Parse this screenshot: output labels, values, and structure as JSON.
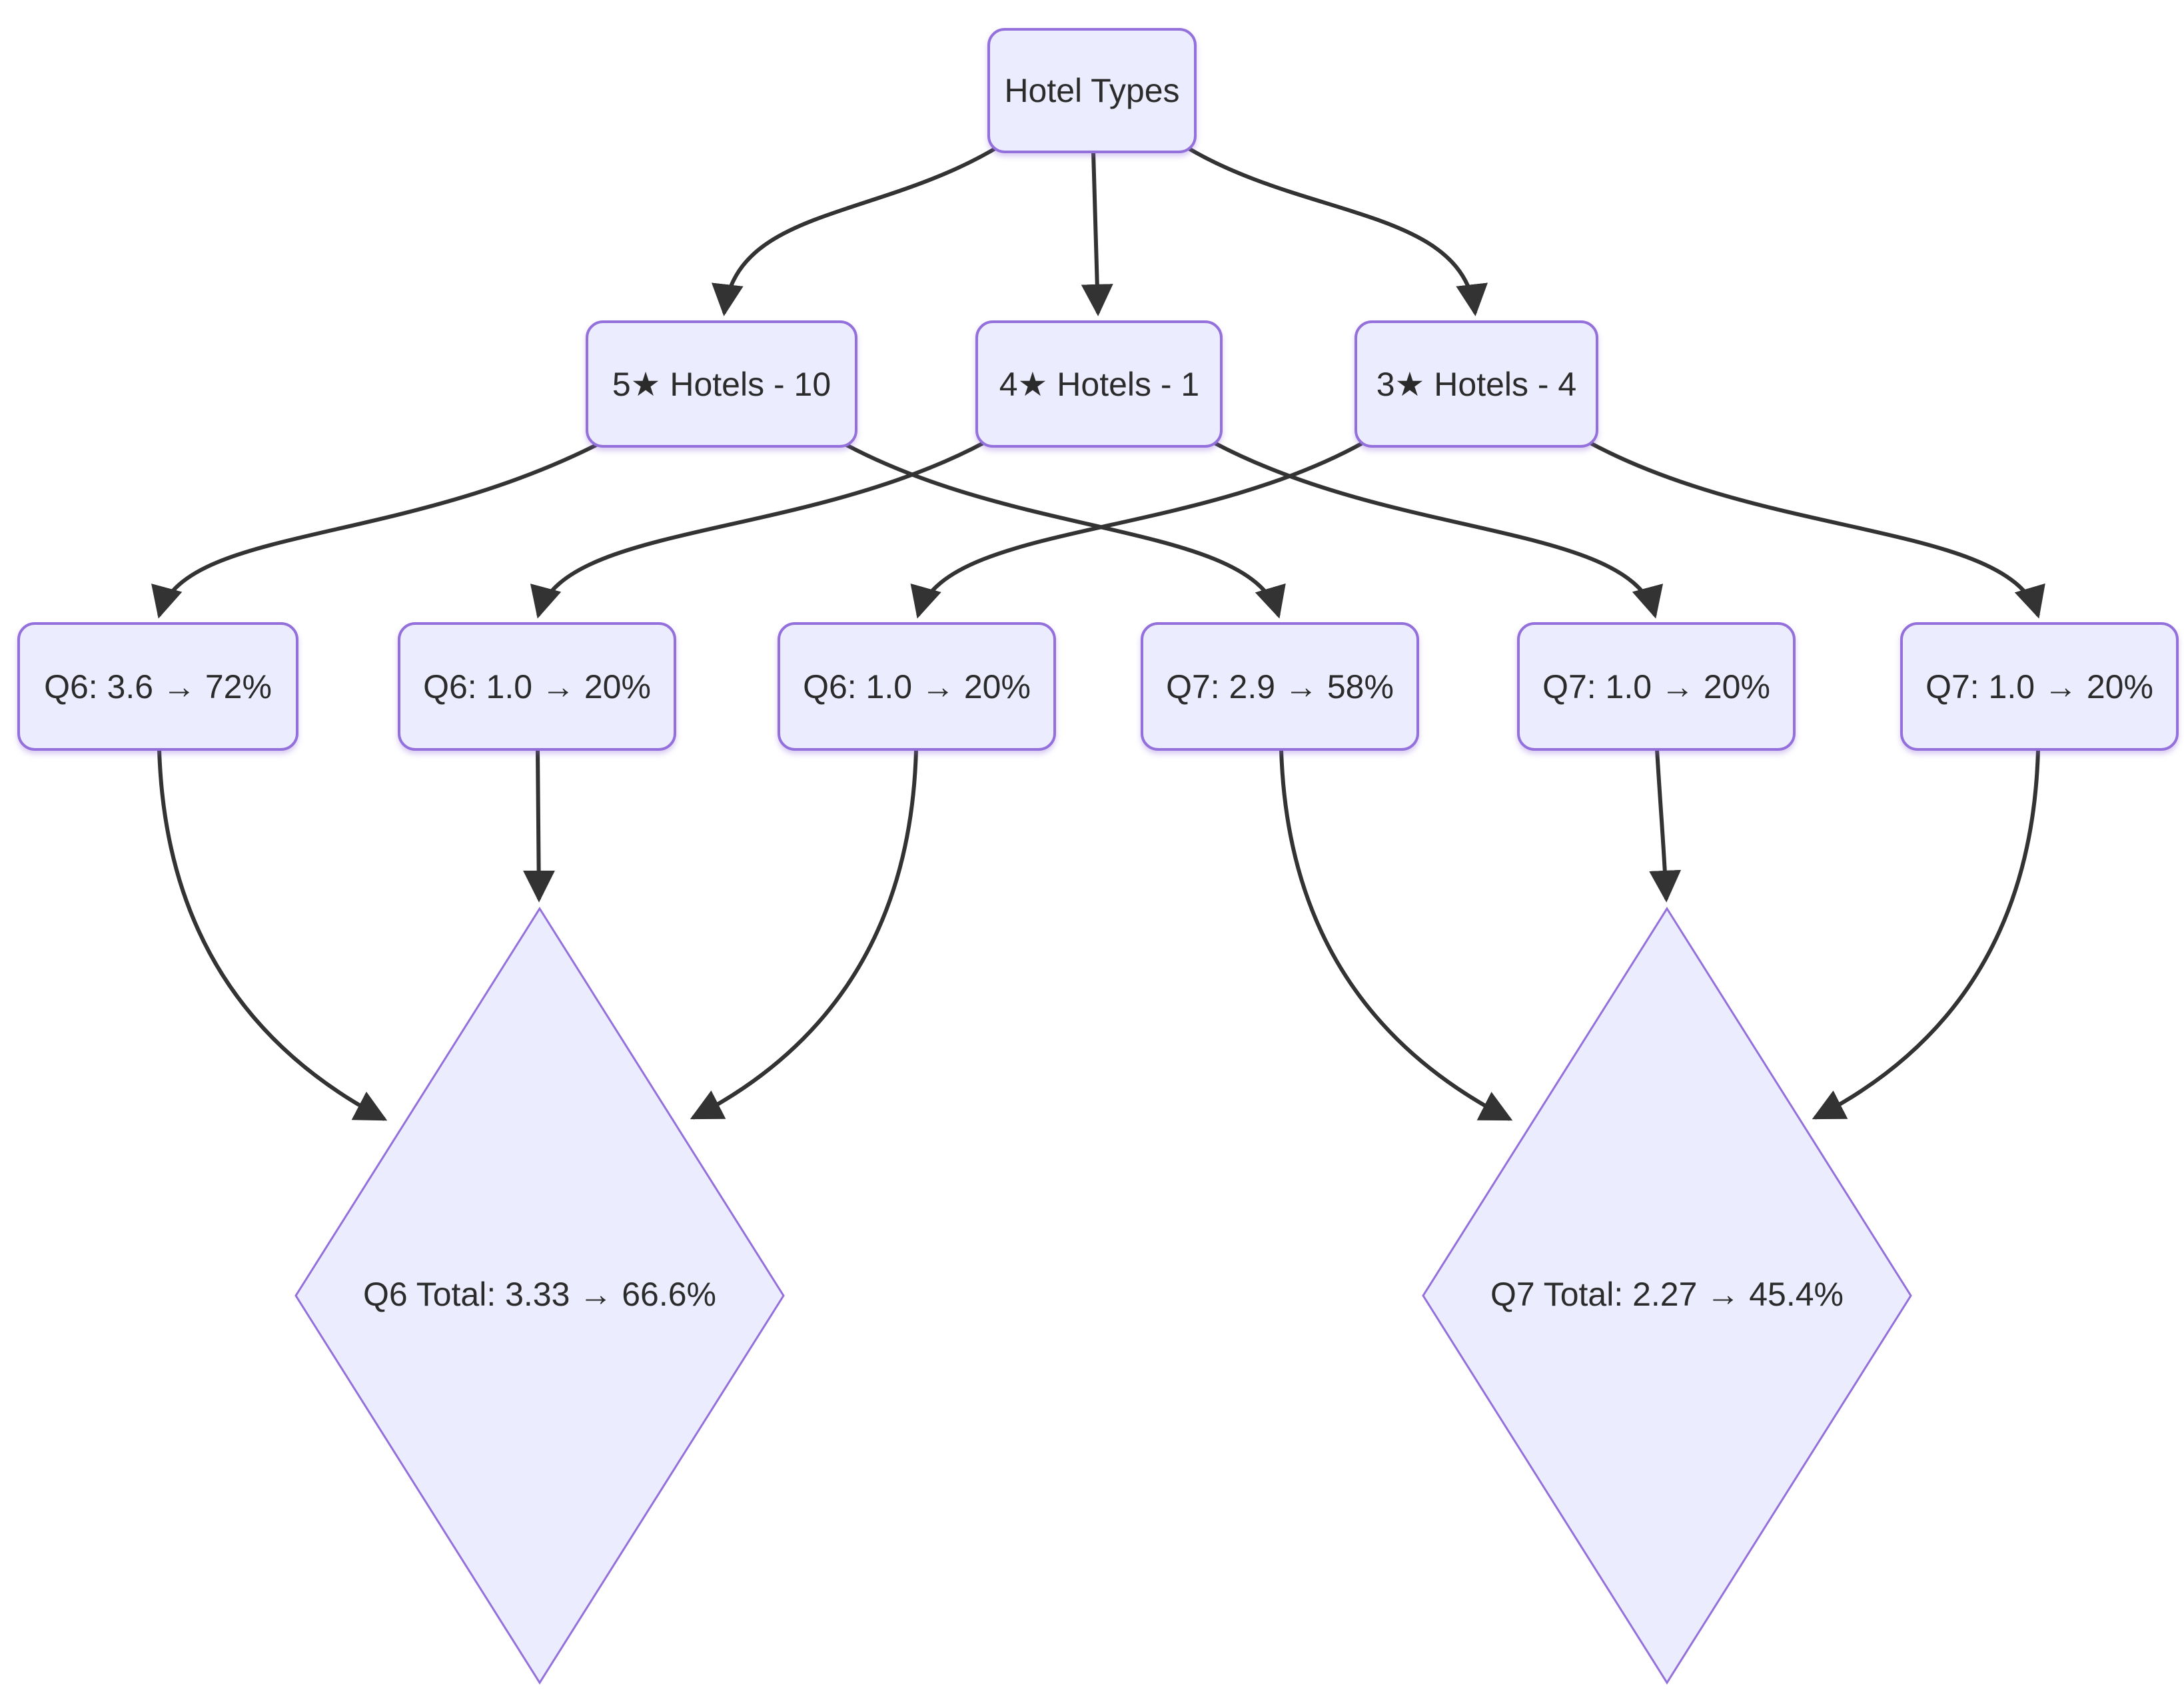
{
  "diagram": {
    "nodes": {
      "root": {
        "id": "hotel-types",
        "label": "Hotel Types"
      },
      "categories": [
        {
          "id": "5-star-hotels",
          "label": "5★ Hotels - 10"
        },
        {
          "id": "4-star-hotels",
          "label": "4★ Hotels - 1"
        },
        {
          "id": "3-star-hotels",
          "label": "3★ Hotels - 4"
        }
      ],
      "scores": [
        {
          "id": "q6-5-star",
          "label": "Q6: 3.6 → 72%"
        },
        {
          "id": "q6-4-star",
          "label": "Q6: 1.0 → 20%"
        },
        {
          "id": "q6-3-star",
          "label": "Q6: 1.0 → 20%"
        },
        {
          "id": "q7-5-star",
          "label": "Q7: 2.9 → 58%"
        },
        {
          "id": "q7-4-star",
          "label": "Q7: 1.0 → 20%"
        },
        {
          "id": "q7-3-star",
          "label": "Q7: 1.0 → 20%"
        }
      ],
      "totals": [
        {
          "id": "q6-total",
          "label": "Q6 Total: 3.33 → 66.6%"
        },
        {
          "id": "q7-total",
          "label": "Q7 Total: 2.27 → 45.4%"
        }
      ]
    },
    "edges": [
      {
        "from": "hotel-types",
        "to": "5-star-hotels"
      },
      {
        "from": "hotel-types",
        "to": "4-star-hotels"
      },
      {
        "from": "hotel-types",
        "to": "3-star-hotels"
      },
      {
        "from": "5-star-hotels",
        "to": "q6-5-star"
      },
      {
        "from": "5-star-hotels",
        "to": "q7-5-star"
      },
      {
        "from": "4-star-hotels",
        "to": "q6-4-star"
      },
      {
        "from": "4-star-hotels",
        "to": "q7-4-star"
      },
      {
        "from": "3-star-hotels",
        "to": "q6-3-star"
      },
      {
        "from": "3-star-hotels",
        "to": "q7-3-star"
      },
      {
        "from": "q6-5-star",
        "to": "q6-total"
      },
      {
        "from": "q6-4-star",
        "to": "q6-total"
      },
      {
        "from": "q6-3-star",
        "to": "q6-total"
      },
      {
        "from": "q7-5-star",
        "to": "q7-total"
      },
      {
        "from": "q7-4-star",
        "to": "q7-total"
      },
      {
        "from": "q7-3-star",
        "to": "q7-total"
      }
    ],
    "colors": {
      "background": "#FFFFFF",
      "node-fill": "#ECECFF",
      "node-border": "#9370DB",
      "edge-color": "#333333",
      "text-color": "#2B2B2B"
    }
  }
}
